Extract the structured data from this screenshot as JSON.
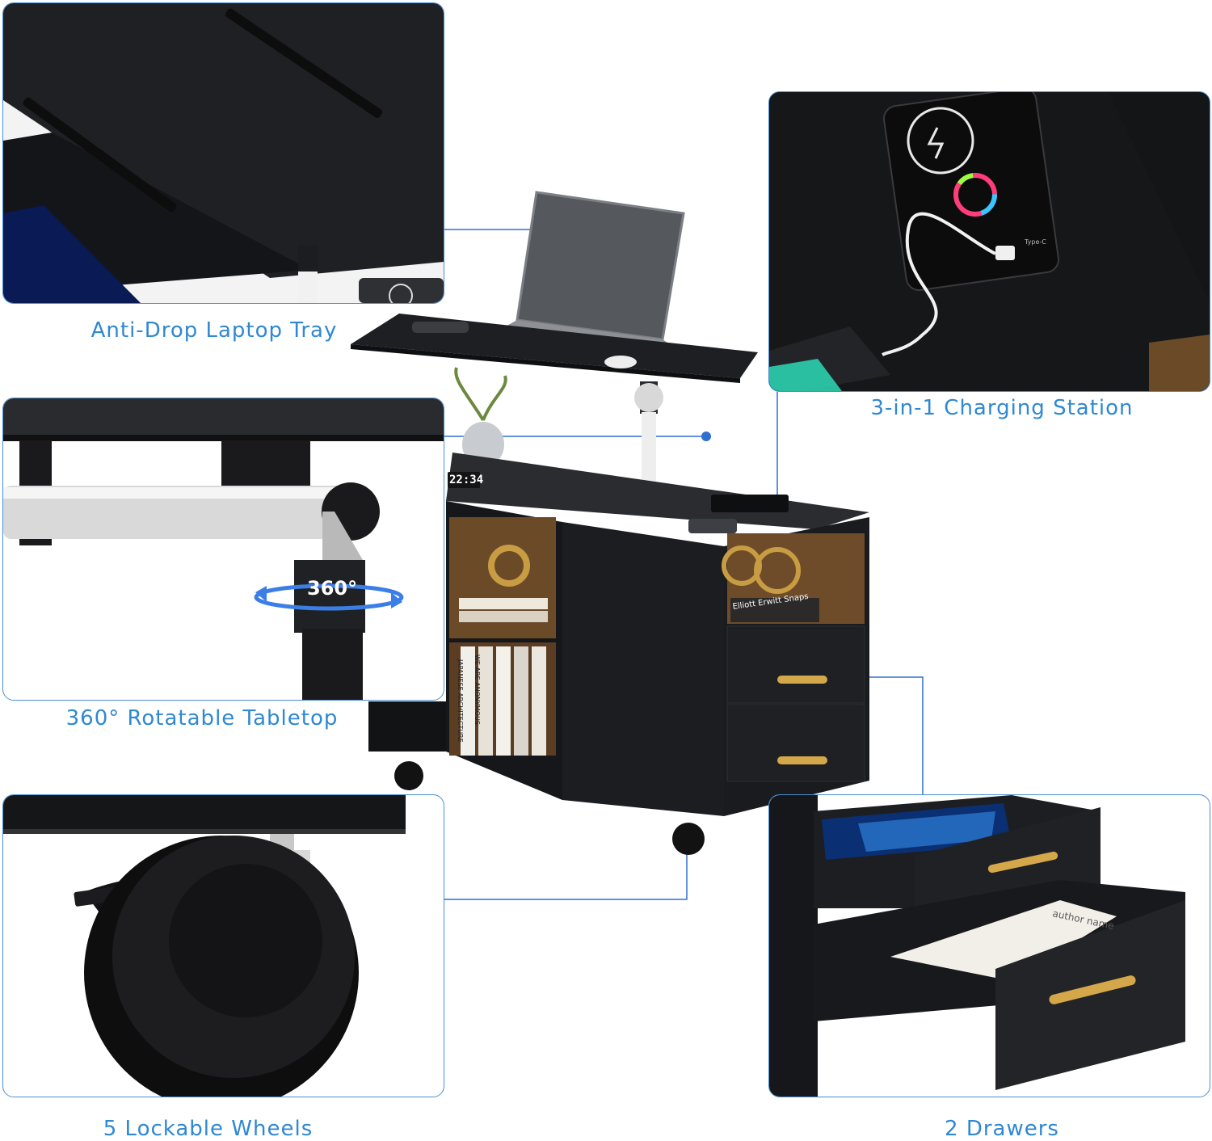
{
  "captions": {
    "laptop_tray": "Anti-Drop Laptop Tray",
    "rotatable": "360° Rotatable Tabletop",
    "charging": "3-in-1 Charging Station",
    "wheels": "5 Lockable Wheels",
    "drawers": "2 Drawers"
  },
  "badges": {
    "rotation": "360°",
    "clock": "22:34",
    "type_c": "Type-C",
    "book_elliott": "Elliott Erwitt Snaps",
    "book_anonymous": "WE ARE ANONYMOUS",
    "book_architecture": "JAPANESE ARCHITECTURE",
    "book_drawer": "author name"
  },
  "colors": {
    "accent": "#2f88d2",
    "panel_border": "#4a8fd6",
    "wood_black": "#1b1c1f",
    "gold": "#d4a84a",
    "led_blue": "#3aa0ff"
  },
  "icons": [
    "wireless-charging-icon",
    "rainbow-light-button-icon",
    "usb-port-icon",
    "rotation-arrow-icon"
  ]
}
